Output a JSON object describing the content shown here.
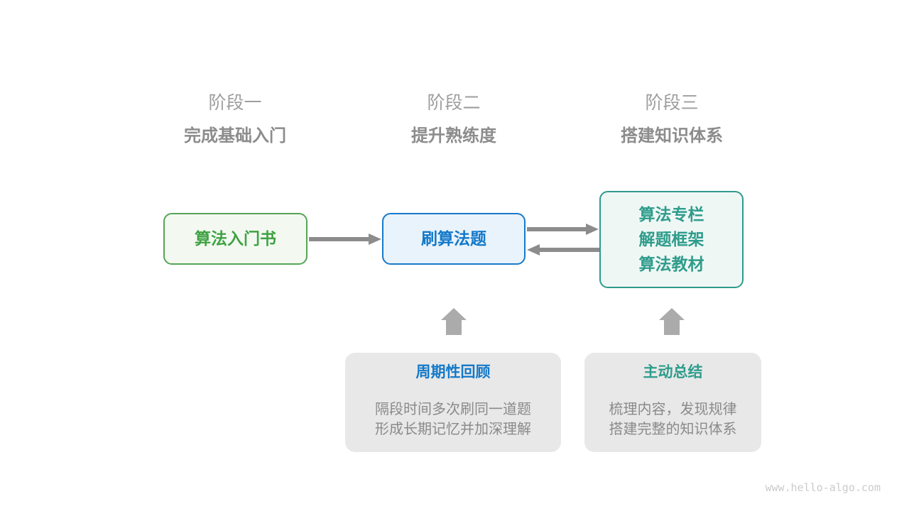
{
  "stages": [
    {
      "label": "阶段一",
      "subtitle": "完成基础入门"
    },
    {
      "label": "阶段二",
      "subtitle": "提升熟练度"
    },
    {
      "label": "阶段三",
      "subtitle": "搭建知识体系"
    }
  ],
  "nodes": {
    "intro_book": {
      "label": "算法入门书"
    },
    "practice": {
      "label": "刷算法题"
    },
    "advanced": {
      "lines": [
        "算法专栏",
        "解题框架",
        "算法教材"
      ]
    }
  },
  "notes": [
    {
      "title": "周期性回顾",
      "lines": [
        "隔段时间多次刷同一道题",
        "形成长期记忆并加深理解"
      ]
    },
    {
      "title": "主动总结",
      "lines": [
        "梳理内容，发现规律",
        "搭建完整的知识体系"
      ]
    }
  ],
  "watermark": "www.hello-algo.com",
  "palette": {
    "node_green_border": "#56a456",
    "node_green_bg": "#f3f9f1",
    "node_green_text": "#3fa243",
    "node_blue_border": "#1779c9",
    "node_blue_bg": "#e9f3fb",
    "node_blue_text": "#1479c9",
    "node_teal_border": "#2f9a8c",
    "node_teal_bg": "#eff7f5",
    "node_teal_text": "#2e9c8b",
    "arrow_gray": "#8c8c8c",
    "up_arrow_gray": "#ababab",
    "note_bg": "#e8e8e8",
    "stage_label_gray": "#9e9e9e",
    "stage_subtitle_gray": "#8c8c8c",
    "body_text_gray": "#8a8a8a",
    "watermark_gray": "#cbcbcb"
  }
}
